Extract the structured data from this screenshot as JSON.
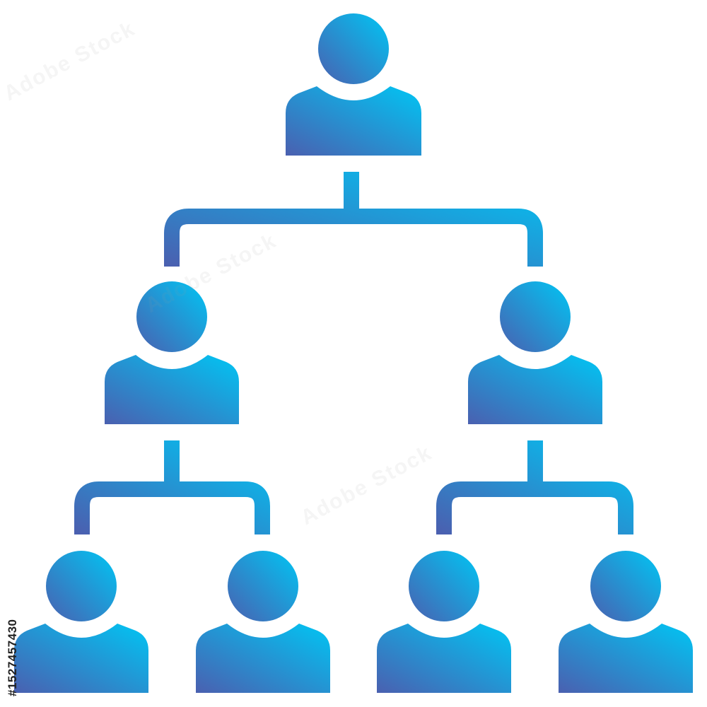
{
  "diagram": {
    "type": "org-chart-icon",
    "levels": [
      {
        "level": 1,
        "people": 1
      },
      {
        "level": 2,
        "people": 2
      },
      {
        "level": 3,
        "people": 4
      }
    ],
    "colors": {
      "gradient_top": "#00c0f0",
      "gradient_bottom": "#4466b4",
      "connector": "#3a8fd8"
    }
  },
  "watermark": {
    "text": "Adobe Stock",
    "stock_id": "#1527457430"
  }
}
